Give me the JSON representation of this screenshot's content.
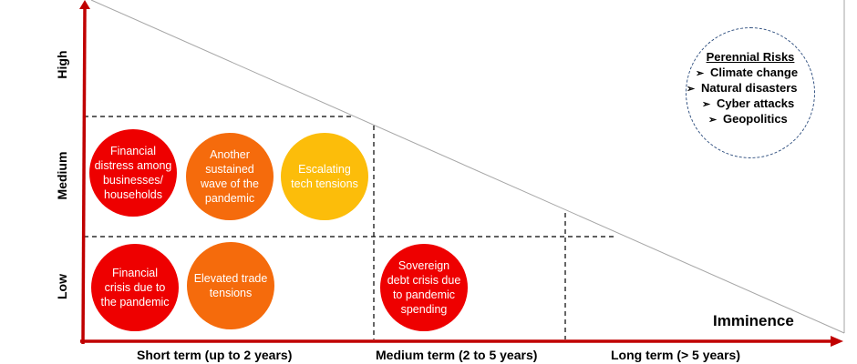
{
  "y_axis": {
    "levels": [
      "Low",
      "Medium",
      "High"
    ]
  },
  "x_axis": {
    "title": "Imminence",
    "periods": [
      "Short term (up to 2 years)",
      "Medium term (2 to 5 years)",
      "Long term (> 5 years)"
    ]
  },
  "risks": [
    {
      "label": "Financial distress among businesses/ households",
      "lines": [
        "Financial",
        "distress among",
        "businesses/",
        "households"
      ],
      "level": "Medium",
      "period": "Short term (up to 2 years)",
      "color": "#ee0000"
    },
    {
      "label": "Another sustained wave of the pandemic",
      "lines": [
        "Another",
        "sustained",
        "wave of the",
        "pandemic"
      ],
      "level": "Medium",
      "period": "Short term (up to 2 years)",
      "color": "#f56b0c"
    },
    {
      "label": "Escalating tech tensions",
      "lines": [
        "Escalating",
        "tech tensions"
      ],
      "level": "Medium",
      "period": "Short term (up to 2 years)",
      "color": "#fcbd0a"
    },
    {
      "label": "Financial crisis due to the pandemic",
      "lines": [
        "Financial",
        "crisis due to",
        "the pandemic"
      ],
      "level": "Low",
      "period": "Short term (up to 2 years)",
      "color": "#ee0000"
    },
    {
      "label": "Elevated trade tensions",
      "lines": [
        "Elevated trade",
        "tensions"
      ],
      "level": "Low",
      "period": "Short term (up to 2 years)",
      "color": "#f56b0c"
    },
    {
      "label": "Sovereign debt crisis due to pandemic spending",
      "lines": [
        "Sovereign",
        "debt crisis due",
        "to pandemic",
        "spending"
      ],
      "level": "Low",
      "period": "Medium term (2 to 5 years)",
      "color": "#ee0000"
    }
  ],
  "perennial": {
    "title": "Perennial Risks",
    "items": [
      "Climate change",
      "Natural disasters",
      "Cyber attacks",
      "Geopolitics"
    ],
    "bullet": "➢"
  },
  "colors": {
    "axis": "#c00000",
    "grid": "#000000",
    "boundary": "#a6a6a6",
    "perennial_border": "#2f4f7f"
  }
}
